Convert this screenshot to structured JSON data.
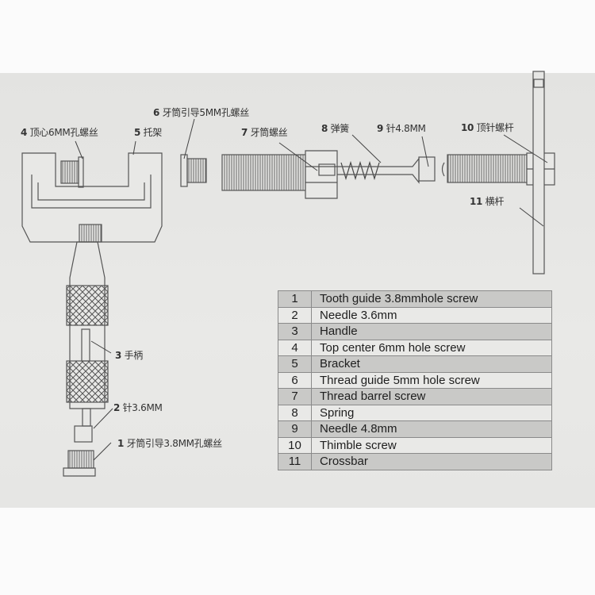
{
  "labels": [
    {
      "num": "1",
      "text": "牙筒引导3.8MM孔螺丝"
    },
    {
      "num": "2",
      "text": "针3.6MM"
    },
    {
      "num": "3",
      "text": "手柄"
    },
    {
      "num": "4",
      "text": "顶心6MM孔螺丝"
    },
    {
      "num": "5",
      "text": "托架"
    },
    {
      "num": "6",
      "text": "牙筒引导5MM孔螺丝"
    },
    {
      "num": "7",
      "text": "牙筒螺丝"
    },
    {
      "num": "8",
      "text": "弹簧"
    },
    {
      "num": "9",
      "text": "针4.8MM"
    },
    {
      "num": "10",
      "text": "顶针螺杆"
    },
    {
      "num": "11",
      "text": "横杆"
    }
  ],
  "parts_table": [
    {
      "num": "1",
      "name": "Tooth guide 3.8mmhole screw"
    },
    {
      "num": "2",
      "name": "Needle 3.6mm"
    },
    {
      "num": "3",
      "name": "Handle"
    },
    {
      "num": "4",
      "name": "Top center 6mm hole screw"
    },
    {
      "num": "5",
      "name": "Bracket"
    },
    {
      "num": "6",
      "name": "Thread guide 5mm hole screw"
    },
    {
      "num": "7",
      "name": "Thread barrel screw"
    },
    {
      "num": "8",
      "name": "Spring"
    },
    {
      "num": "9",
      "name": "Needle 4.8mm"
    },
    {
      "num": "10",
      "name": "Thimble screw"
    },
    {
      "num": "11",
      "name": "Crossbar"
    }
  ]
}
